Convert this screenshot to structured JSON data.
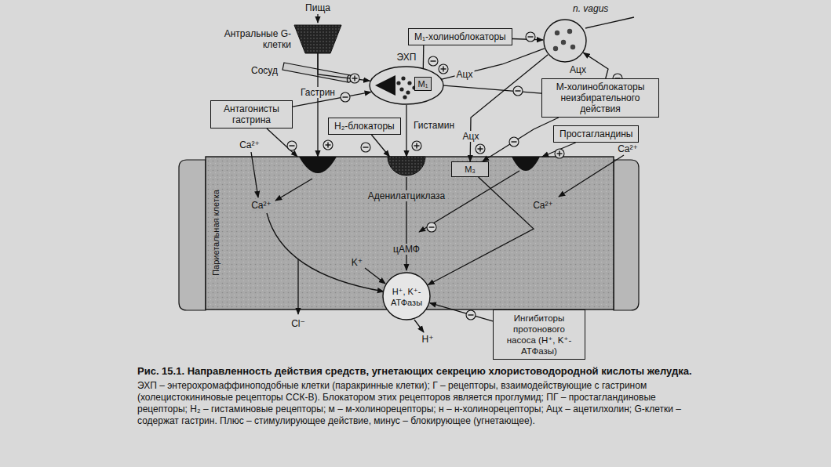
{
  "diagram": {
    "caption": "Рис. 15.1. Направленность действия средств, угнетающих секрецию хлористоводородной кислоты желудка.",
    "nodes": [
      {
        "text": [
          "Антральные G-клетки"
        ]
      },
      {
        "text": [
          "М₁-холиноблокаторы"
        ]
      },
      {
        "text": [
          "n. vagus",
          "Ацх"
        ]
      },
      {
        "text": [
          "ЭХП"
        ]
      },
      {
        "text": [
          "М₁"
        ],
        "in": 3
      },
      {
        "text": [
          "Антагонисты гастрина"
        ]
      },
      {
        "text": [
          "H₂-блокаторы"
        ]
      },
      {
        "text": [
          "М-холиноблокаторы неизбирательного действия"
        ]
      },
      {
        "text": [
          "Простагландины"
        ]
      },
      {
        "text": [
          "Париетальная клетка"
        ]
      },
      {
        "text": [
          "М₃"
        ],
        "in": 9
      },
      {
        "text": [
          "H⁺, K⁺-АТФазы"
        ],
        "in": 9
      },
      {
        "text": [
          "Ингибиторы протонового насоса (H⁺, K⁺-АТФазы)"
        ]
      }
    ],
    "edges": [
      {
        "from": 0,
        "to": 9,
        "label": "Гастрин",
        "arrow": "to"
      },
      {
        "from": 0,
        "to": 3,
        "arrow": "to"
      },
      {
        "from": 1,
        "to": 4,
        "arrow": "to"
      },
      {
        "from": 1,
        "to": 2,
        "arrow": "to"
      },
      {
        "from": 2,
        "to": 4,
        "label": "Ацх",
        "arrow": "to"
      },
      {
        "from": 2,
        "to": 10,
        "label": "Ацх",
        "arrow": "to"
      },
      {
        "from": 3,
        "to": 9,
        "label": "Гистамин",
        "arrow": "to"
      },
      {
        "from": 5,
        "to": 3,
        "arrow": "to"
      },
      {
        "from": 5,
        "to": 9,
        "arrow": "to"
      },
      {
        "from": 6,
        "to": 9,
        "arrow": "to"
      },
      {
        "from": 7,
        "to": 4,
        "arrow": "to"
      },
      {
        "from": 7,
        "to": 2,
        "arrow": "to"
      },
      {
        "from": 7,
        "to": 10,
        "arrow": "to"
      },
      {
        "from": 8,
        "to": 9,
        "arrow": "to"
      },
      {
        "from": 12,
        "to": 11,
        "arrow": "to"
      },
      {
        "from": 10,
        "to": 11,
        "arrow": "to"
      }
    ],
    "labels": [
      "Пища",
      "Сосуд",
      "Ca²⁺",
      "Ca²⁺",
      "Ca²⁺",
      "Ca²⁺",
      "Аденилатциклаза",
      "цАМФ",
      "K⁺",
      "Cl⁻",
      "H⁺",
      "ЭХП – энтерохромаффиноподобные клетки (паракринные клетки); Г – рецепторы, взаимодействующие с гастрином (холецистокининовые рецепторы ССК-В). Блокатором этих рецепторов является проглумид; ПГ – простагландиновые рецепторы; H₂ – гистаминовые рецепторы; м – м-холинорецепторы; н – н-холинорецепторы; Ацх – ацетилхолин; G-клетки – содержат гастрин. Плюс – стимулирующее действие, минус – блокирующее (угнетающее)."
    ]
  }
}
